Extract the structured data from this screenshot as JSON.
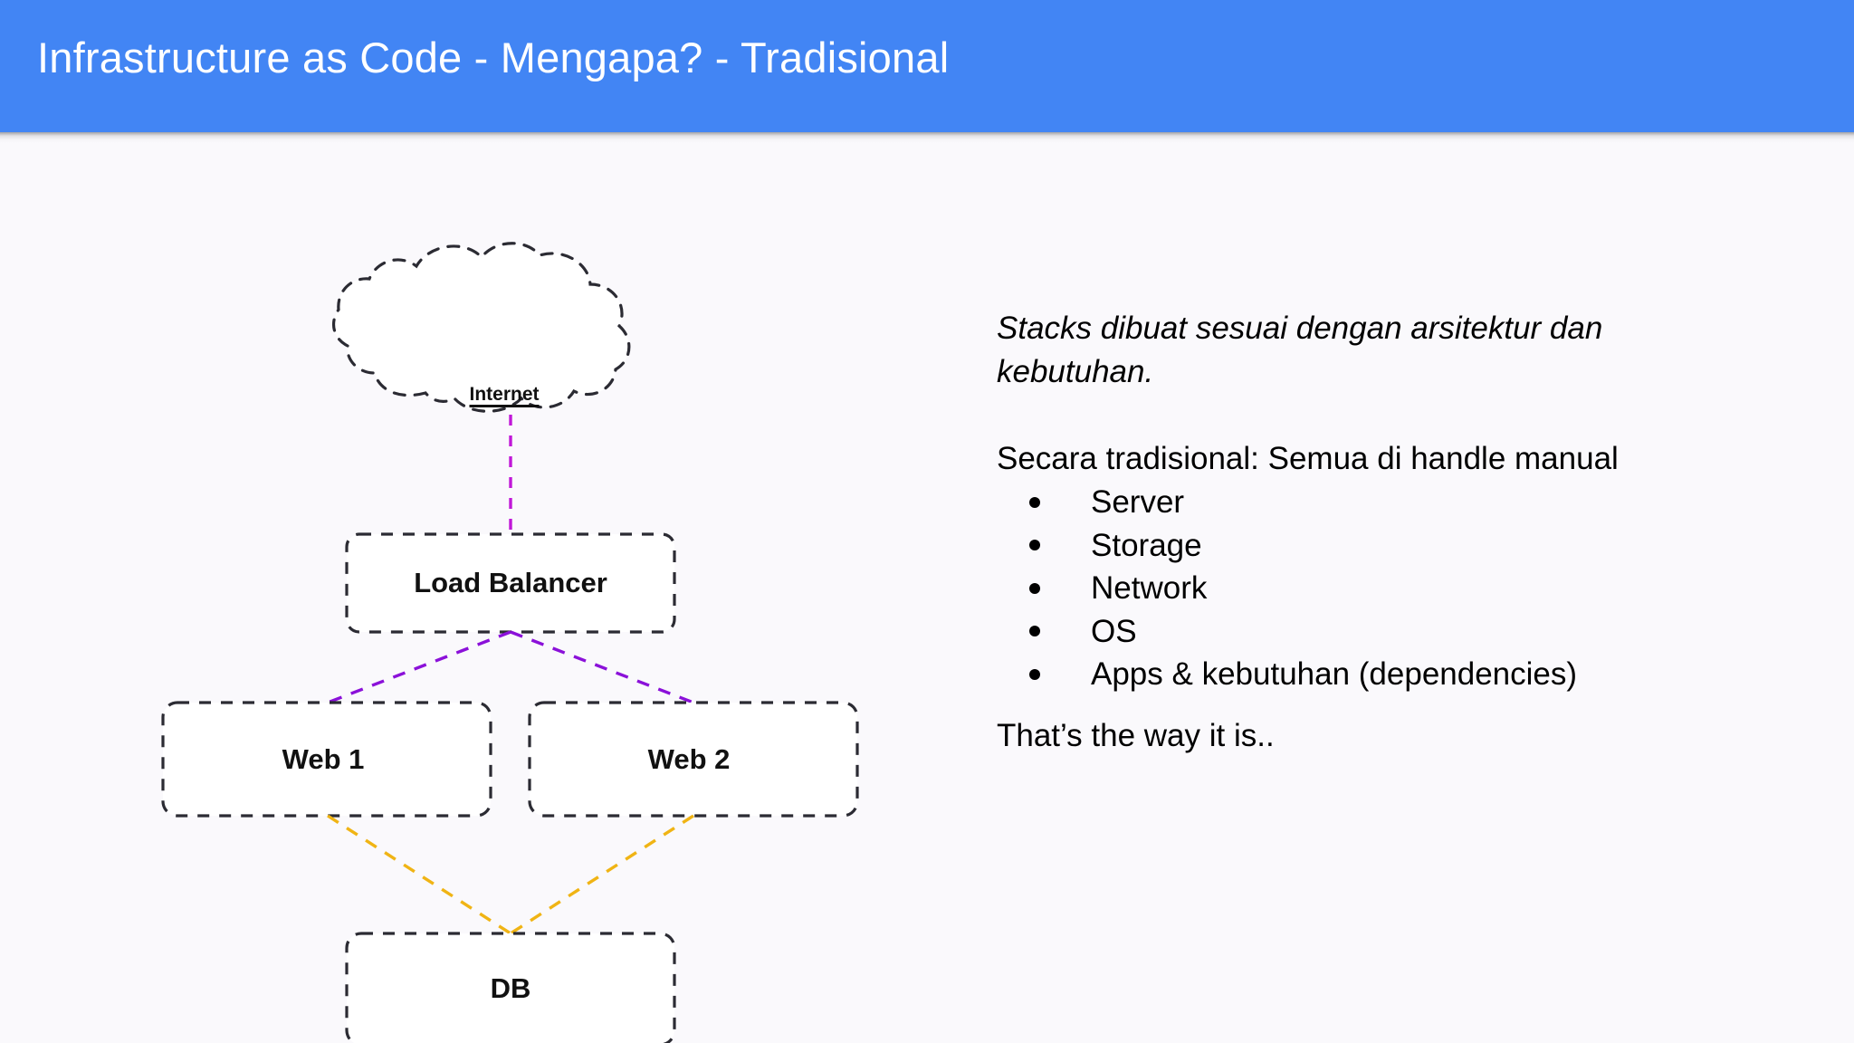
{
  "header": {
    "title": "Infrastructure as Code - Mengapa? - Tradisional",
    "background_color": "#4285f4",
    "text_color": "#ffffff"
  },
  "page": {
    "background_color": "#faf9fc"
  },
  "diagram": {
    "nodes": [
      {
        "id": "internet",
        "label": "Internet",
        "shape": "cloud",
        "style": "dashed-outline"
      },
      {
        "id": "load-balancer",
        "label": "Load Balancer",
        "shape": "rounded-rect",
        "style": "dashed-outline"
      },
      {
        "id": "web-1",
        "label": "Web 1",
        "shape": "rounded-rect",
        "style": "dashed-outline"
      },
      {
        "id": "web-2",
        "label": "Web 2",
        "shape": "rounded-rect",
        "style": "dashed-outline"
      },
      {
        "id": "db",
        "label": "DB",
        "shape": "rounded-rect",
        "style": "dashed-outline"
      }
    ],
    "edges": [
      {
        "from": "internet",
        "to": "load-balancer",
        "color": "#c018d8",
        "style": "dashed"
      },
      {
        "from": "load-balancer",
        "to": "web-1",
        "color": "#8b11d9",
        "style": "dashed"
      },
      {
        "from": "load-balancer",
        "to": "web-2",
        "color": "#8b11d9",
        "style": "dashed"
      },
      {
        "from": "web-1",
        "to": "db",
        "color": "#f0b414",
        "style": "dashed"
      },
      {
        "from": "web-2",
        "to": "db",
        "color": "#f0b414",
        "style": "dashed"
      }
    ],
    "outline_color": "#2b2b33"
  },
  "content": {
    "intro": "Stacks dibuat sesuai dengan arsitektur dan kebutuhan.",
    "manual_heading": "Secara tradisional: Semua di handle manual",
    "manual_items": [
      "Server",
      "Storage",
      "Network",
      "OS",
      "Apps & kebutuhan (dependencies)"
    ],
    "closing": "That’s the way it is.."
  }
}
